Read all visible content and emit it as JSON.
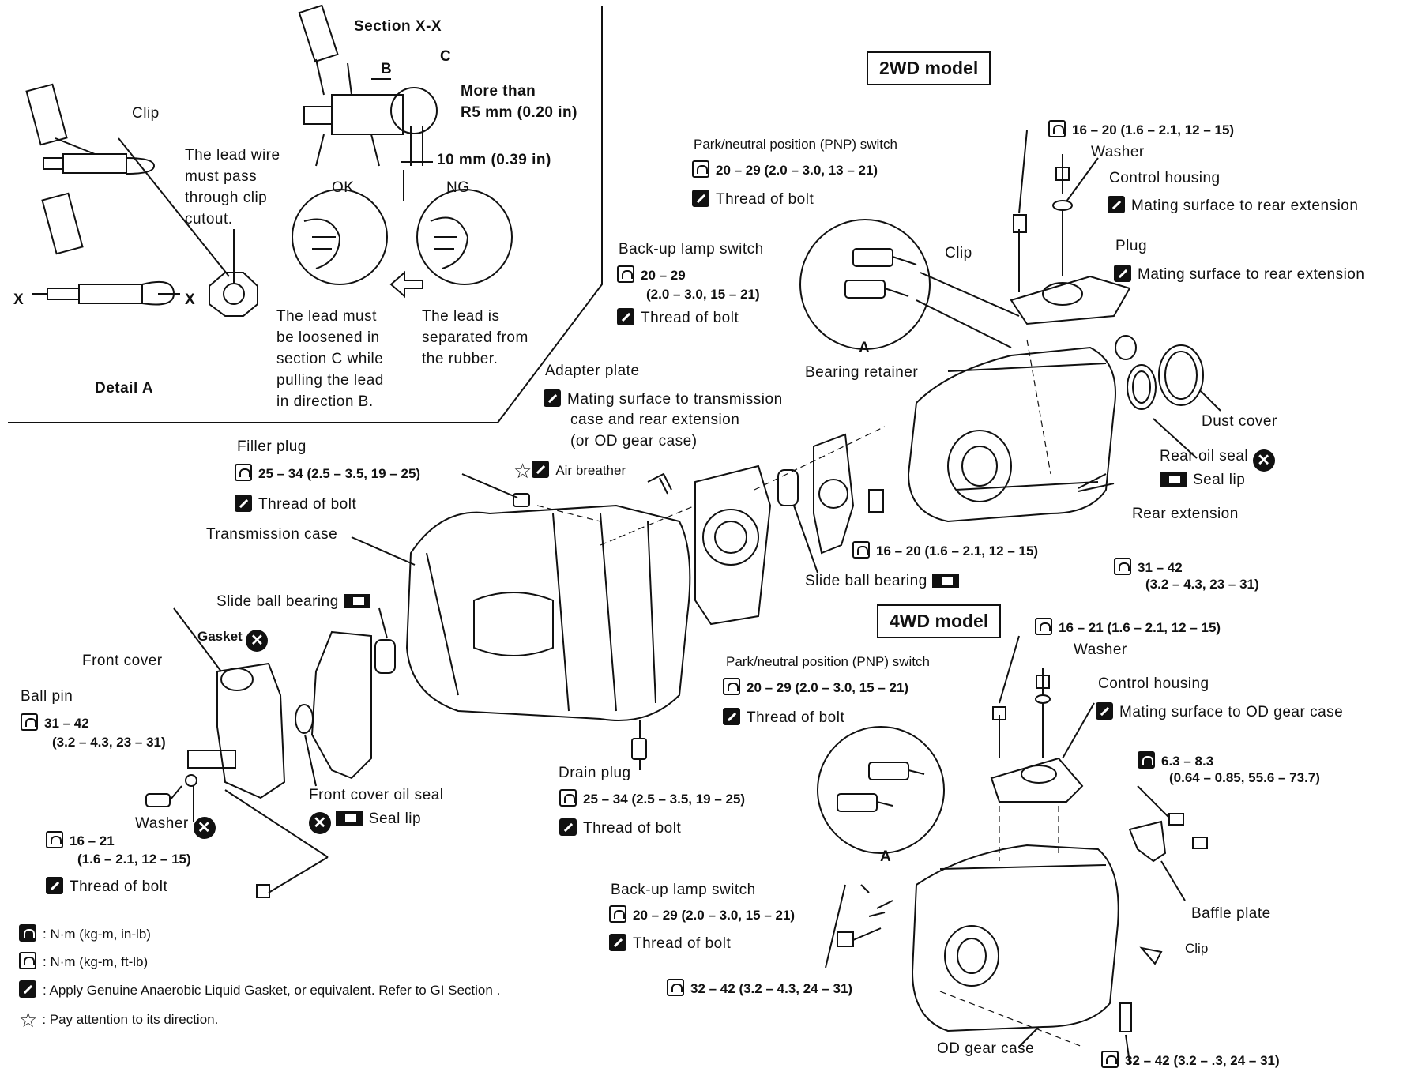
{
  "models": {
    "two_wd": "2WD model",
    "four_wd": "4WD model"
  },
  "detail": {
    "section": "Section X-X",
    "b": "B",
    "c": "C",
    "more_than": "More than",
    "r5": "R5 mm (0.20 in)",
    "ten_mm": "10 mm (0.39 in)",
    "ok": "OK",
    "ng": "NG",
    "clip": "Clip",
    "lead_note": [
      "The lead wire",
      "must pass",
      "through clip",
      "cutout."
    ],
    "x_left": "X",
    "x_right": "X",
    "ok_note": [
      "The lead must",
      "be loosened in",
      "section C while",
      "pulling the lead",
      "in direction B."
    ],
    "ng_note": [
      "The lead is",
      "separated from",
      "the rubber."
    ],
    "title": "Detail A"
  },
  "two_wd": {
    "pnp": "Park/neutral position (PNP) switch",
    "pnp_torque": "20 – 29 (2.0 – 3.0, 13 – 21)",
    "pnp_thread": "Thread of bolt",
    "backup": "Back-up lamp switch",
    "backup_torque1": "20 – 29",
    "backup_torque2": "(2.0 – 3.0, 15 – 21)",
    "backup_thread": "Thread of bolt",
    "clip": "Clip",
    "a": "A",
    "top_torque": "16 – 20 (1.6 – 2.1, 12 – 15)",
    "washer": "Washer",
    "control_housing": "Control housing",
    "control_mating": "Mating surface to rear extension",
    "plug": "Plug",
    "plug_mating": "Mating surface to rear extension",
    "dust_cover": "Dust cover",
    "rear_oil_seal": "Rear oil seal",
    "seal_lip": "Seal lip",
    "rear_extension": "Rear extension",
    "bearing_retainer": "Bearing retainer",
    "retainer_torque": "16 – 20 (1.6 – 2.1, 12 – 15)",
    "ext_torque1": "31 – 42",
    "ext_torque2": "(3.2 – 4.3, 23 – 31)",
    "slide_ball_bearing": "Slide ball bearing"
  },
  "main": {
    "adapter_plate": "Adapter plate",
    "adapter_note": [
      "Mating surface to transmission",
      "case and rear extension",
      "(or OD gear case)"
    ],
    "air_breather": "Air breather",
    "filler_plug": "Filler plug",
    "filler_torque": "25 – 34 (2.5 – 3.5, 19 – 25)",
    "filler_thread": "Thread of bolt",
    "transmission_case": "Transmission case",
    "slide_ball_bearing": "Slide ball bearing",
    "gasket": "Gasket",
    "front_cover": "Front cover",
    "ball_pin": "Ball pin",
    "ball_pin_torque1": "31 – 42",
    "ball_pin_torque2": "(3.2 – 4.3, 23 – 31)",
    "front_cover_oil_seal": "Front cover oil seal",
    "seal_lip": "Seal lip",
    "washer": "Washer",
    "bolt_torque1": "16 – 21",
    "bolt_torque2": "(1.6 – 2.1, 12 – 15)",
    "bolt_thread": "Thread of bolt",
    "drain_plug": "Drain plug",
    "drain_torque": "25 – 34 (2.5 – 3.5, 19 – 25)",
    "drain_thread": "Thread of bolt"
  },
  "four_wd": {
    "top_torque": "16 – 21 (1.6 – 2.1, 12 – 15)",
    "washer": "Washer",
    "pnp": "Park/neutral position (PNP) switch",
    "pnp_torque": "20 – 29 (2.0 – 3.0, 15 – 21)",
    "pnp_thread": "Thread of bolt",
    "control_housing": "Control housing",
    "control_mating": "Mating surface to OD gear case",
    "baffle_torque1": "6.3 – 8.3",
    "baffle_torque2": "(0.64 – 0.85, 55.6 – 73.7)",
    "a": "A",
    "baffle_plate": "Baffle plate",
    "backup": "Back-up lamp switch",
    "backup_torque": "20 – 29 (2.0 – 3.0, 15 – 21)",
    "backup_thread": "Thread of bolt",
    "clip": "Clip",
    "case_torque": "32 – 42 (3.2 – 4.3, 24 – 31)",
    "od_gear_case": "OD gear case",
    "bottom_torque": "32 – 42 (3.2 –  .3, 24 – 31)"
  },
  "legend": {
    "inlb": ": N·m (kg-m, in-lb)",
    "ftlb": ": N·m (kg-m, ft-lb)",
    "gasket": ": Apply Genuine Anaerobic Liquid Gasket, or equivalent. Refer to GI Section .",
    "star": ": Pay attention to its direction."
  }
}
